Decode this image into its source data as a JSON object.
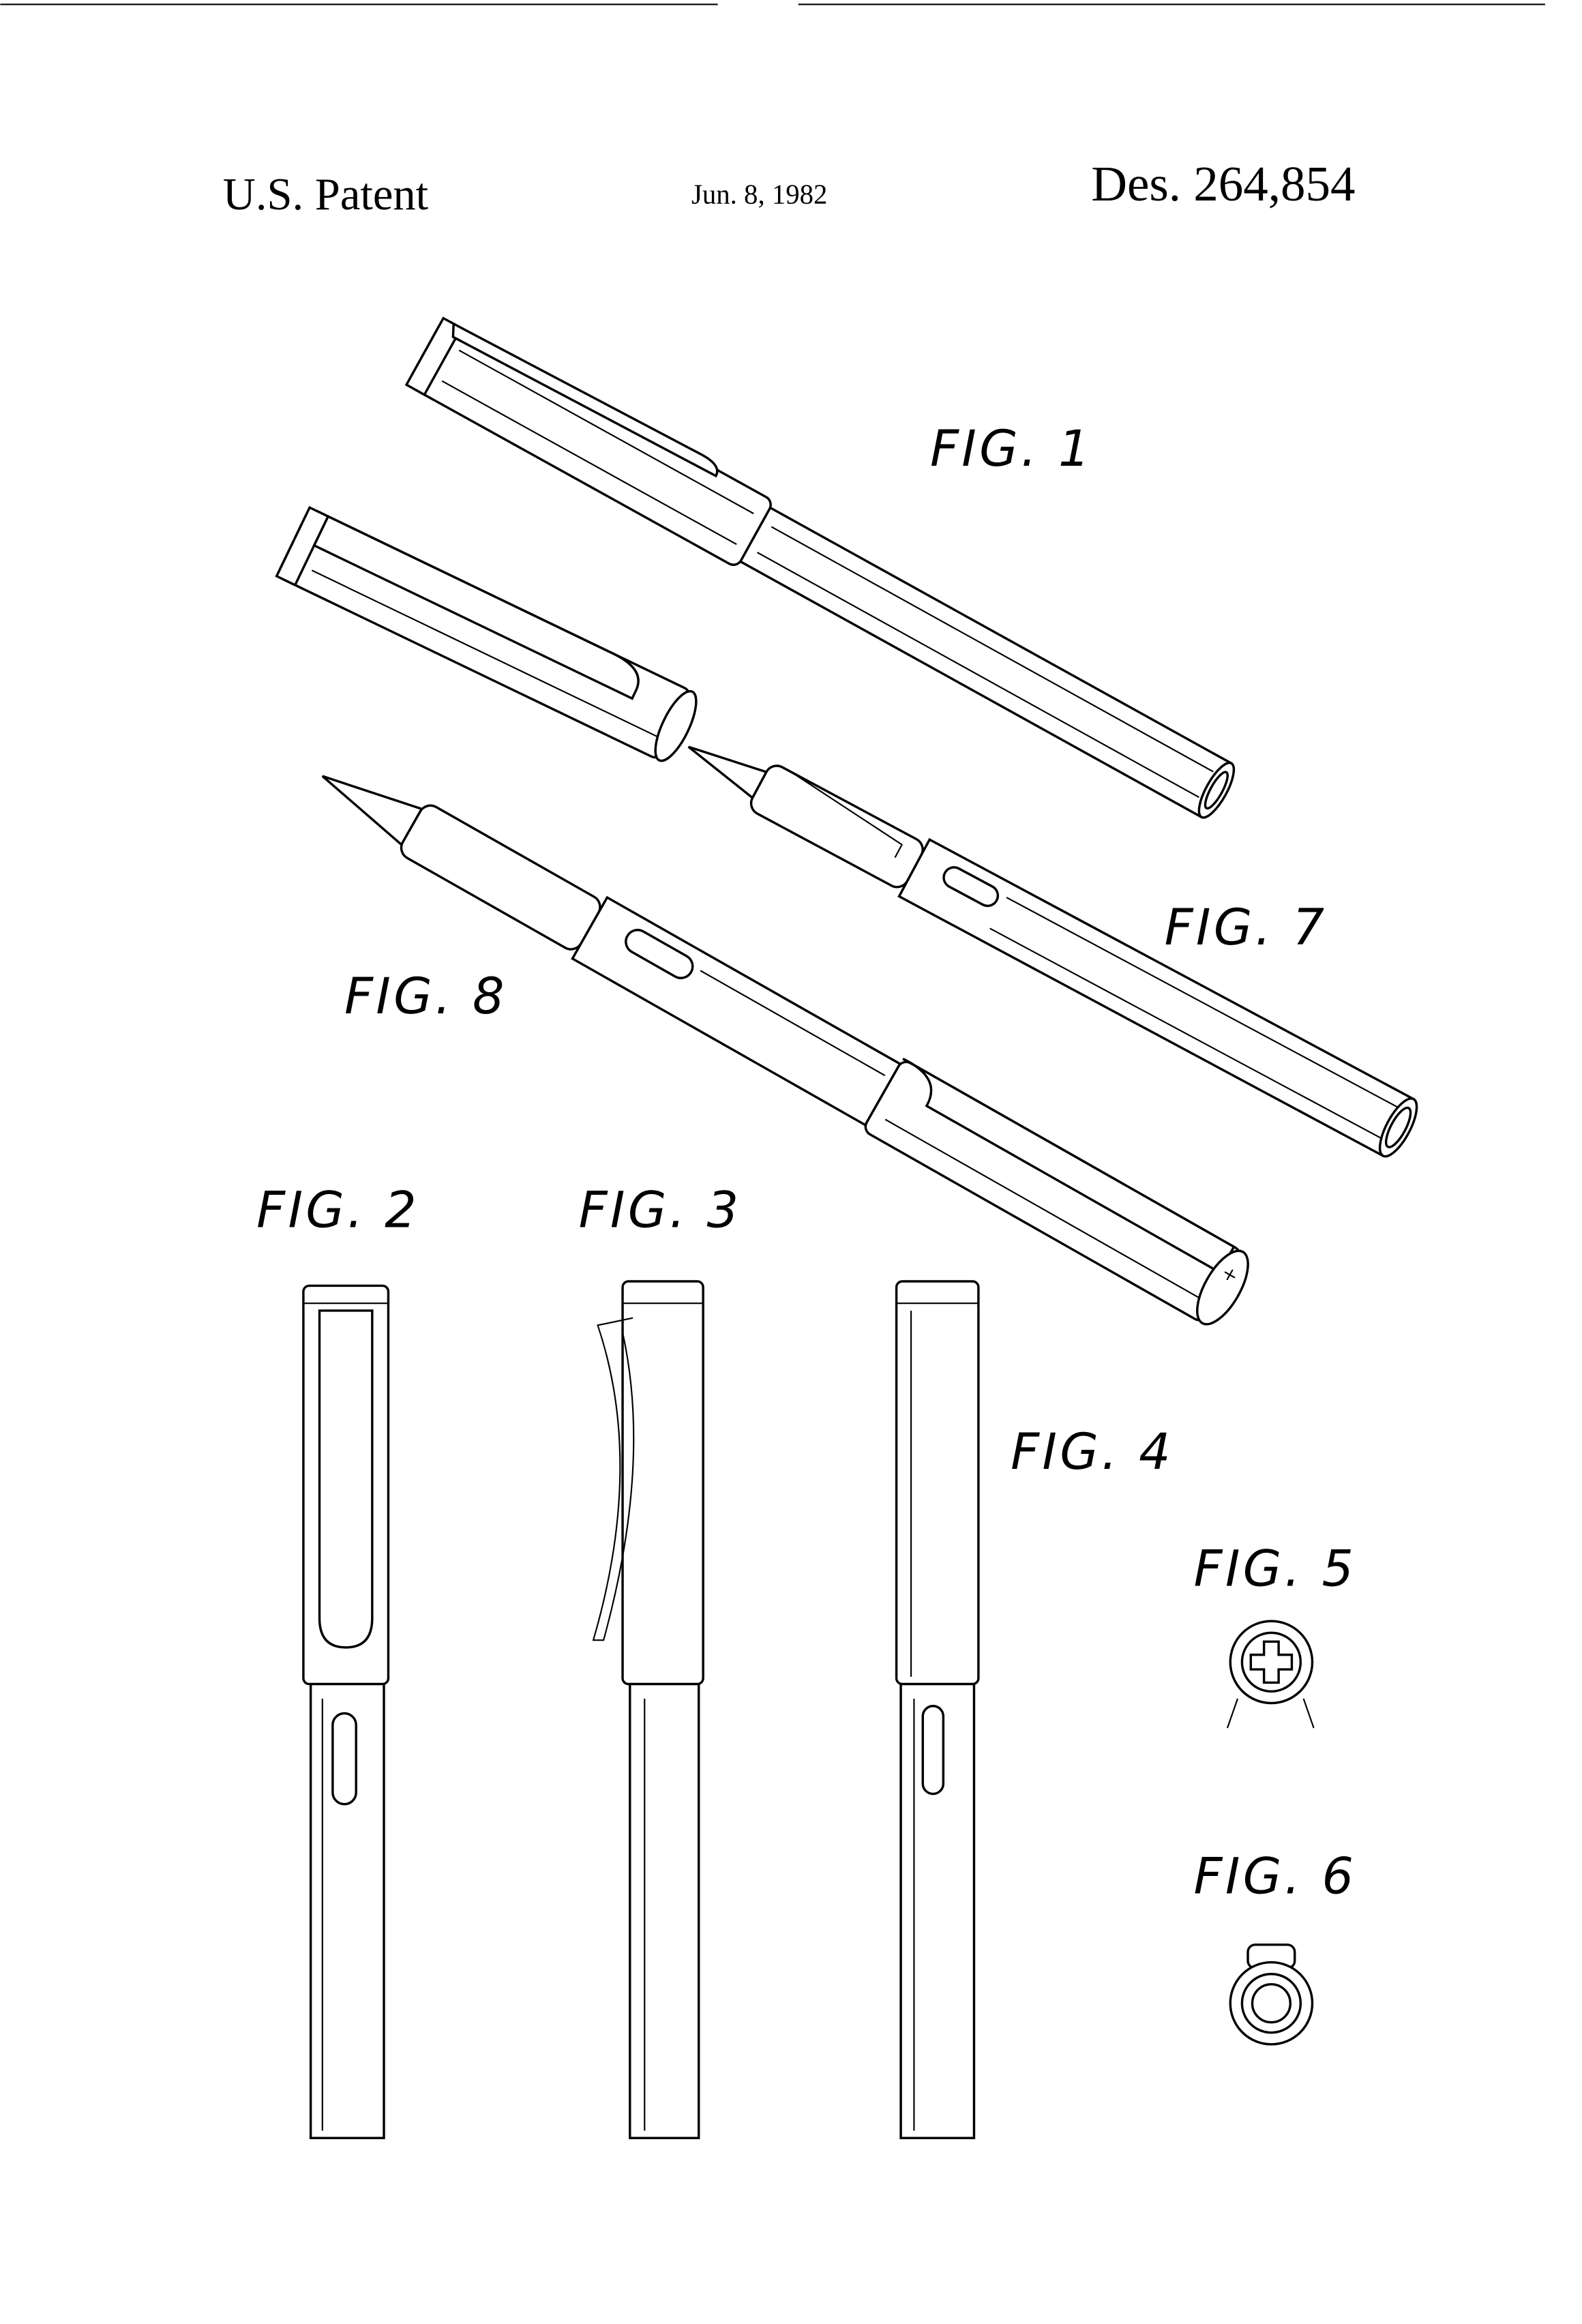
{
  "header": {
    "left": "U.S. Patent",
    "center": "Jun. 8, 1982",
    "right": "Des. 264,854"
  },
  "figures": {
    "fig1": "FIG. 1",
    "fig2": "FIG. 2",
    "fig3": "FIG. 3",
    "fig4": "FIG. 4",
    "fig5": "FIG. 5",
    "fig6": "FIG. 6",
    "fig7": "FIG. 7",
    "fig8": "FIG. 8"
  }
}
